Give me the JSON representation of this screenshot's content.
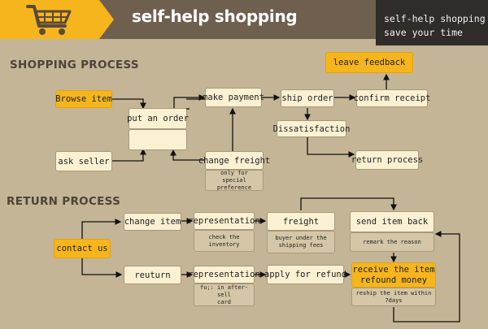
{
  "header": {
    "title": "self-help shopping",
    "tagline": [
      "self-help shopping",
      "save your time"
    ],
    "icon": "shopping-cart-icon"
  },
  "shopping": {
    "section_title": "SHOPPING PROCESS",
    "browse_item": "Browse item",
    "put_an_order": "put an order",
    "make_payment": "make payment",
    "ship_order": "ship order",
    "confirm_receipt": "confirm receipt",
    "leave_feedback": "leave feedback",
    "dissatisfaction": "Dissatisfaction",
    "return_process": "return process",
    "ask_seller": "ask seller",
    "change_freight": "change freight",
    "change_freight_note": "only for special\npreference"
  },
  "returns": {
    "section_title": "RETURN PROCESS",
    "contact_us": "contact us",
    "change_item": "change item",
    "reuturn": "reuturn",
    "representation_top": "representation",
    "representation_top_note": "check the\ninventory",
    "representation_bottom": "representation",
    "representation_bottom_note": "fu;: in after-sell\ncard",
    "freight": "freight",
    "freight_note": "buyer under the\nshipping fees",
    "apply_for_refund": "apply for refund",
    "send_item_back": "send item back",
    "send_item_back_note": "remark the reason",
    "receive_the_item": "receive the item",
    "refound_money": "refound money",
    "receive_note": "reship the item within 7days"
  },
  "colors": {
    "background": "#c4b596",
    "accent": "#f6b51c",
    "box": "#fbf1d2",
    "note": "#d4c6a6",
    "title_band": "#6f5f4f",
    "dark": "#2f2c2a"
  }
}
